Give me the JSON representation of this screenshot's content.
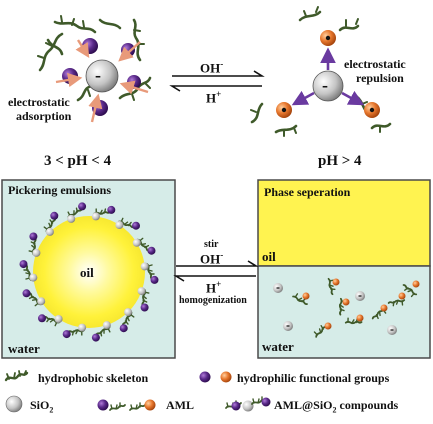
{
  "top": {
    "left_label_1": "electrostatic",
    "left_label_2": "adsorption",
    "right_label_1": "electrostatic",
    "right_label_2": "repulsion",
    "arrow_top": "OH",
    "arrow_top_sup": "-",
    "arrow_bottom": "H",
    "arrow_bottom_sup": "+",
    "ph_left": "3 < pH < 4",
    "ph_right": "pH > 4",
    "core_charge": "-"
  },
  "left_panel": {
    "title": "Pickering emulsions",
    "oil_label": "oil",
    "water_label": "water",
    "bg_color": "#d6ece8",
    "oil_color": "#fff23a"
  },
  "right_panel": {
    "title": "Phase seperation",
    "oil_label": "oil",
    "water_label": "water",
    "oil_color": "#fff350",
    "water_color": "#d6ece8"
  },
  "middle_arrows": {
    "stir": "stir",
    "top": "OH",
    "top_sup": "-",
    "bottom": "H",
    "bottom_sup": "+",
    "homogenization": "homogenization"
  },
  "legend": {
    "hydrophobic": "hydrophobic skeleton",
    "hydrophilic": "hydrophilic functional groups",
    "sio2_main": "SiO",
    "sio2_sub": "2",
    "aml": "AML",
    "compound": "AML@SiO",
    "compound_sub": "2",
    "compound_tail": " compounds"
  },
  "colors": {
    "skeleton": "#3f5a2a",
    "purple": "#5a2a8a",
    "orange": "#e07a3a",
    "silica": "#c8c8c8",
    "arrow_pink": "#e89a7a",
    "arrow_purple": "#6a3aa0"
  }
}
